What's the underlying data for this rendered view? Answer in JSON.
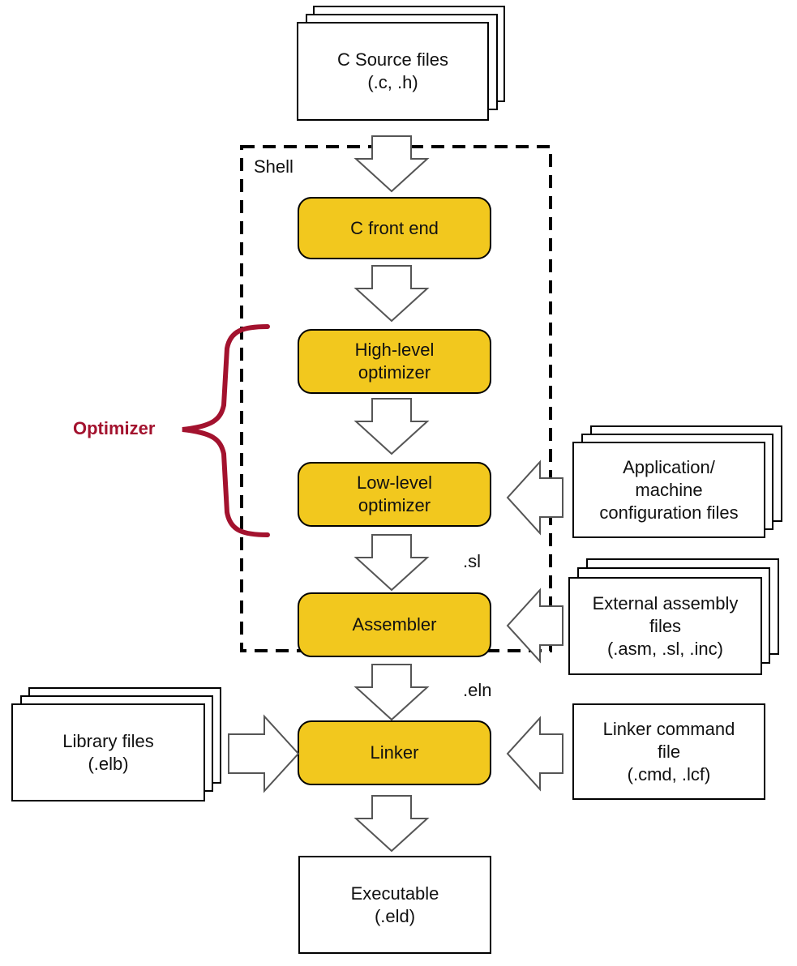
{
  "colors": {
    "stage_fill": "#f2c81e",
    "stage_border": "#000000",
    "optimizer_accent": "#a3122e",
    "arrow_fill": "#ffffff",
    "line": "#000000"
  },
  "shell": {
    "label": "Shell"
  },
  "inputs": {
    "source": {
      "line1": "C Source files",
      "line2": "(.c, .h)"
    },
    "app_config": {
      "line1": "Application/",
      "line2": "machine",
      "line3": "configuration files"
    },
    "external_asm": {
      "line1": "External assembly",
      "line2": "files",
      "line3": "(.asm, .sl, .inc)"
    },
    "library": {
      "line1": "Library files",
      "line2": "(.elb)"
    },
    "linker_cmd": {
      "line1": "Linker command",
      "line2": "file",
      "line3": "(.cmd, .lcf)"
    }
  },
  "stages": {
    "front_end": {
      "line1": "C front end"
    },
    "high_level": {
      "line1": "High-level",
      "line2": "optimizer"
    },
    "low_level": {
      "line1": "Low-level",
      "line2": "optimizer"
    },
    "assembler": {
      "line1": "Assembler"
    },
    "linker": {
      "line1": "Linker"
    }
  },
  "edge_labels": {
    "sl": ".sl",
    "eln": ".eln"
  },
  "optimizer_group": {
    "label": "Optimizer"
  },
  "output": {
    "line1": "Executable",
    "line2": "(.eld)"
  }
}
